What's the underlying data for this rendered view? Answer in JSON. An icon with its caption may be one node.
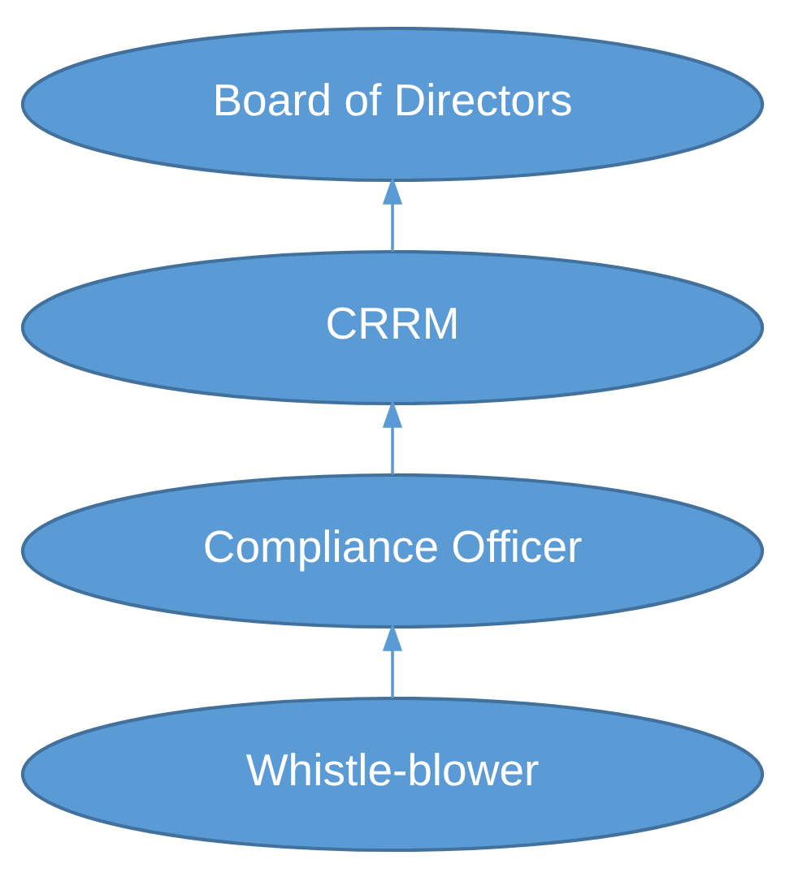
{
  "diagram": {
    "nodes": [
      {
        "text": [
          "Board of Directors"
        ]
      },
      {
        "text": [
          "CRRM"
        ]
      },
      {
        "text": [
          "Compliance Officer"
        ]
      },
      {
        "text": [
          "Whistle-blower"
        ]
      }
    ],
    "edges": [
      {
        "from": 1,
        "to": 0,
        "arrow": "to"
      },
      {
        "from": 2,
        "to": 1,
        "arrow": "to"
      },
      {
        "from": 3,
        "to": 2,
        "arrow": "to"
      }
    ]
  }
}
